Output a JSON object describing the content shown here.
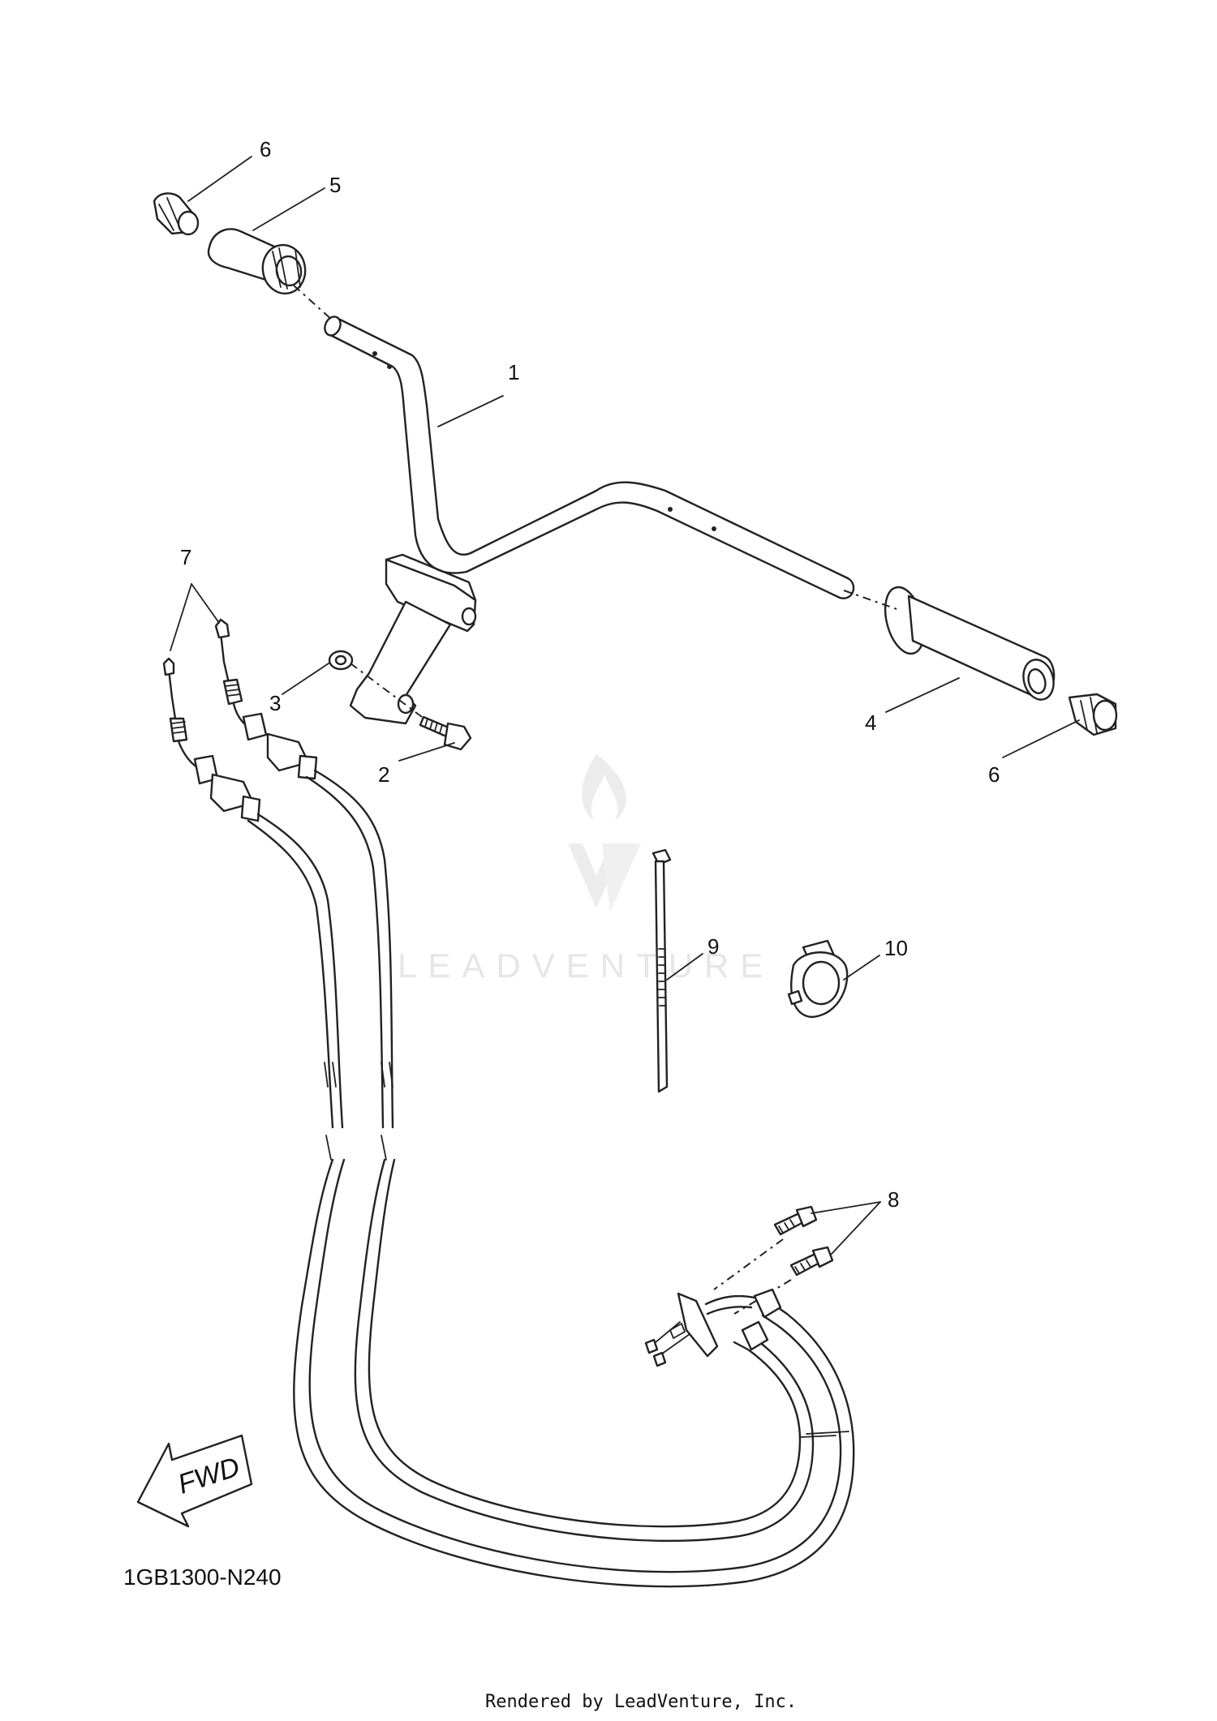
{
  "diagram": {
    "code": "1GB1300-N240",
    "credit": "Rendered by LeadVenture, Inc.",
    "watermark": "LEADVENTURE",
    "direction_label": "FWD",
    "callouts": {
      "handlebar": "1",
      "bolt": "2",
      "washer": "3",
      "right_grip": "4",
      "left_grip": "5",
      "bar_end_left": "6",
      "bar_end_right": "6",
      "throttle_cables": "7",
      "screws": "8",
      "cable_tie": "9",
      "clamp": "10"
    }
  }
}
